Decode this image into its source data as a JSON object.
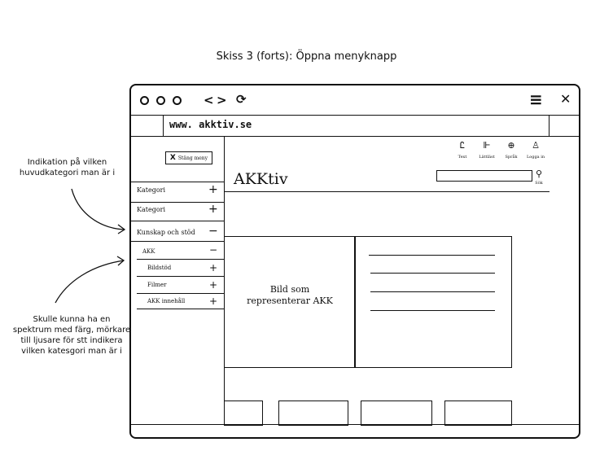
{
  "title": "Skiss 3 (forts): Öppna menyknapp",
  "annotations": {
    "top": "Indikation på vilken\nhuvudkategori man är i",
    "bottom": "Skulle kunna ha en\nspektrum med färg, mörkare\ntill ljusare för stt indikera\nvilken katesgori man är i"
  },
  "browser": {
    "url": "www. akktiv.se",
    "back_glyph": "<",
    "forward_glyph": ">",
    "reload_glyph": "⟳",
    "menu_glyph": "≡",
    "close_glyph": "✕"
  },
  "sidebar": {
    "close_menu": {
      "x": "X",
      "label": "Stäng meny"
    },
    "items": [
      {
        "label": "Kategori",
        "sign": "+"
      },
      {
        "label": "Kategori",
        "sign": "+"
      },
      {
        "label": "Kunskap och stöd",
        "sign": "−"
      },
      {
        "label": "AKK",
        "sign": "−"
      },
      {
        "label": "Bildstöd",
        "sign": "+"
      },
      {
        "label": "Filmer",
        "sign": "+"
      },
      {
        "label": "AKK innehåll",
        "sign": "+"
      }
    ]
  },
  "header": {
    "logo": "AKKtiv",
    "utilities": [
      {
        "icon": "text-icon",
        "glyph": "Ꮭ",
        "label": "Text"
      },
      {
        "icon": "reader-icon",
        "glyph": "⊩",
        "label": "Lättläst"
      },
      {
        "icon": "globe-icon",
        "glyph": "⊕",
        "label": "Språk"
      },
      {
        "icon": "person-icon",
        "glyph": "♙",
        "label": "Logga in"
      }
    ],
    "search": {
      "icon": "search-icon",
      "glyph": "⚲",
      "label": "Sök"
    }
  },
  "content": {
    "image_caption": "Bild som\nrepresenterar AKK"
  }
}
